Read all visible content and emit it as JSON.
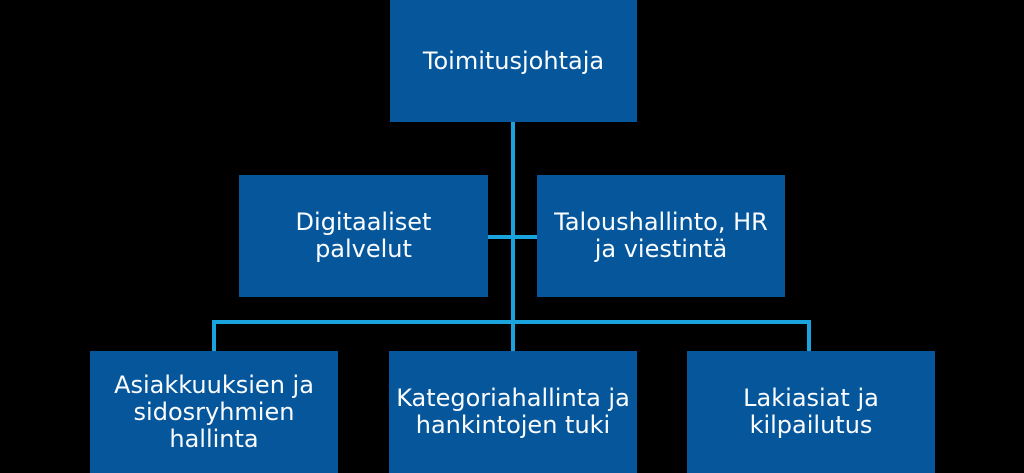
{
  "colors": {
    "background": "#000000",
    "box_fill": "#05569B",
    "connector_line": "#1AA3DC",
    "text": "#FAFCFE"
  },
  "org_chart": {
    "nodes": {
      "ceo": {
        "label": "Toimitusjohtaja"
      },
      "digital": {
        "label": "Digitaaliset palvelut"
      },
      "finance": {
        "label": "Taloushallinto, HR\nja viestintä"
      },
      "accounts": {
        "label": "Asiakkuuksien ja\nsidosryhmien\nhallinta"
      },
      "category": {
        "label": "Kategoriahallinta ja\nhankintojen tuki"
      },
      "legal": {
        "label": "Lakiasiat ja\nkilpailutus"
      }
    },
    "structure": {
      "root": "ceo",
      "ceo_children_middle": [
        "digital",
        "finance"
      ],
      "ceo_children_bottom": [
        "accounts",
        "category",
        "legal"
      ]
    }
  }
}
